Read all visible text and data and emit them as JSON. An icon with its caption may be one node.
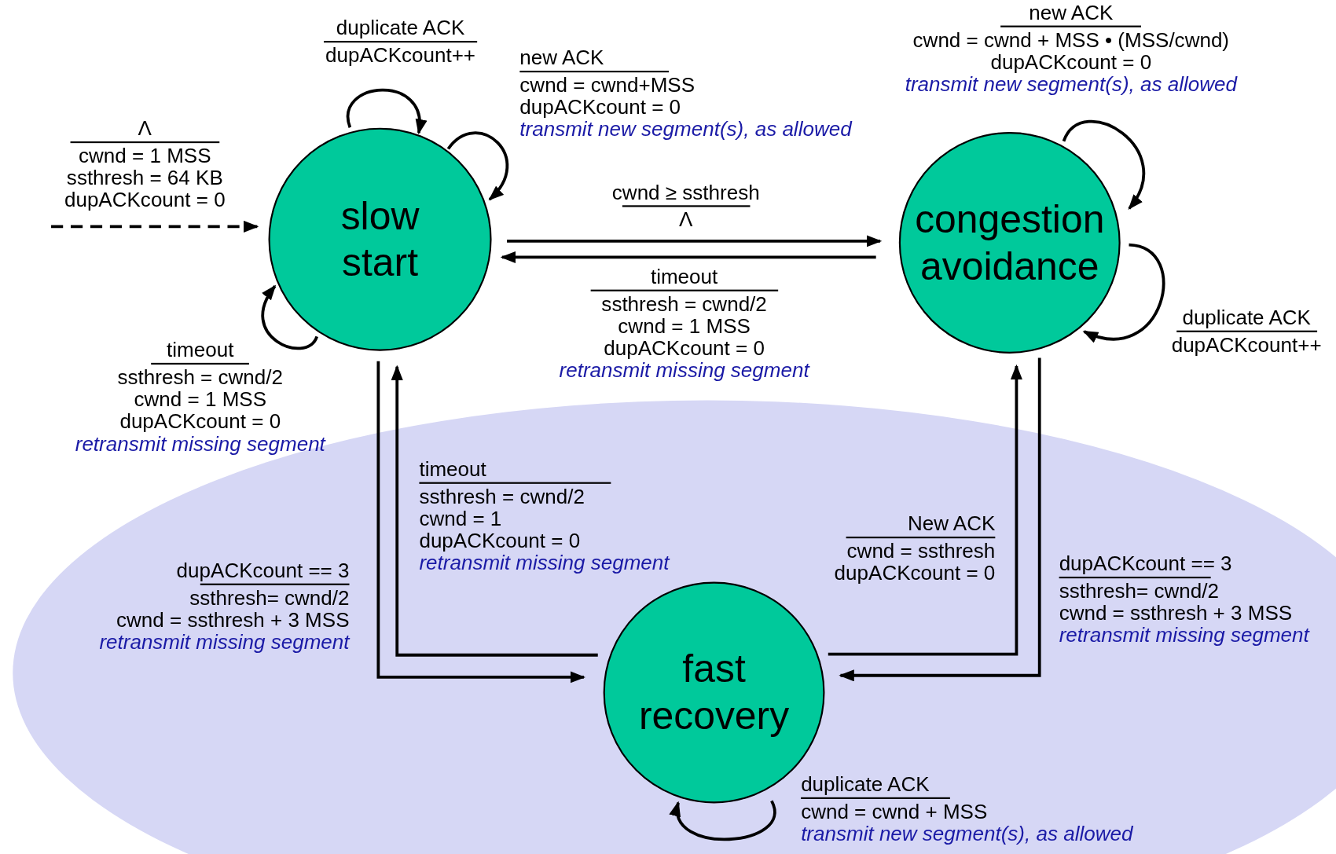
{
  "diagram": {
    "nodes": [
      {
        "text": [
          "slow start"
        ]
      },
      {
        "text": [
          "congestion avoidance"
        ]
      },
      {
        "text": [
          "fast recovery"
        ]
      }
    ],
    "edges": [
      {
        "from": null,
        "to": 0,
        "arrow": "to",
        "style": "dashed",
        "label": "Λ"
      },
      {
        "from": 0,
        "to": 0,
        "arrow": "to",
        "label": "duplicate ACK"
      },
      {
        "from": 0,
        "to": 0,
        "arrow": "to",
        "label": "new ACK"
      },
      {
        "from": 0,
        "to": 1,
        "arrow": "to",
        "label": "cwnd ≥ ssthresh"
      },
      {
        "from": 1,
        "to": 0,
        "arrow": "to",
        "label": "timeout"
      },
      {
        "from": 0,
        "to": 0,
        "arrow": "to",
        "label": "timeout"
      },
      {
        "from": 1,
        "to": 1,
        "arrow": "to",
        "label": "new ACK"
      },
      {
        "from": 1,
        "to": 1,
        "arrow": "to",
        "label": "duplicate ACK"
      },
      {
        "from": 0,
        "to": 2,
        "arrow": "to",
        "label": "dupACKcount == 3"
      },
      {
        "from": 2,
        "to": 0,
        "arrow": "to",
        "label": "timeout"
      },
      {
        "from": 2,
        "to": 1,
        "arrow": "to",
        "label": "New ACK"
      },
      {
        "from": 1,
        "to": 2,
        "arrow": "to",
        "label": "dupACKcount == 3"
      },
      {
        "from": 2,
        "to": 2,
        "arrow": "to",
        "label": "duplicate ACK"
      }
    ],
    "labels": [
      "cwnd = 1 MSS",
      "ssthresh = 64 KB",
      "dupACKcount = 0",
      "dupACKcount++",
      "cwnd = cwnd+MSS",
      "dupACKcount = 0",
      "transmit new segment(s), as allowed",
      "Λ",
      "ssthresh = cwnd/2",
      "cwnd = 1 MSS",
      "dupACKcount = 0",
      "retransmit missing segment",
      "ssthresh = cwnd/2",
      "cwnd = 1 MSS",
      "dupACKcount = 0",
      "retransmit missing segment",
      "cwnd = cwnd + MSS • (MSS/cwnd)",
      "dupACKcount = 0",
      "transmit new segment(s), as allowed",
      "dupACKcount++",
      "ssthresh= cwnd/2",
      "cwnd = ssthresh + 3 MSS",
      "retransmit missing segment",
      "ssthresh = cwnd/2",
      "cwnd = 1",
      "dupACKcount = 0",
      "retransmit missing segment",
      "cwnd = ssthresh",
      "dupACKcount = 0",
      "ssthresh= cwnd/2",
      "cwnd = ssthresh + 3 MSS",
      "retransmit missing segment",
      "cwnd = cwnd + MSS",
      "transmit new segment(s), as allowed"
    ]
  }
}
